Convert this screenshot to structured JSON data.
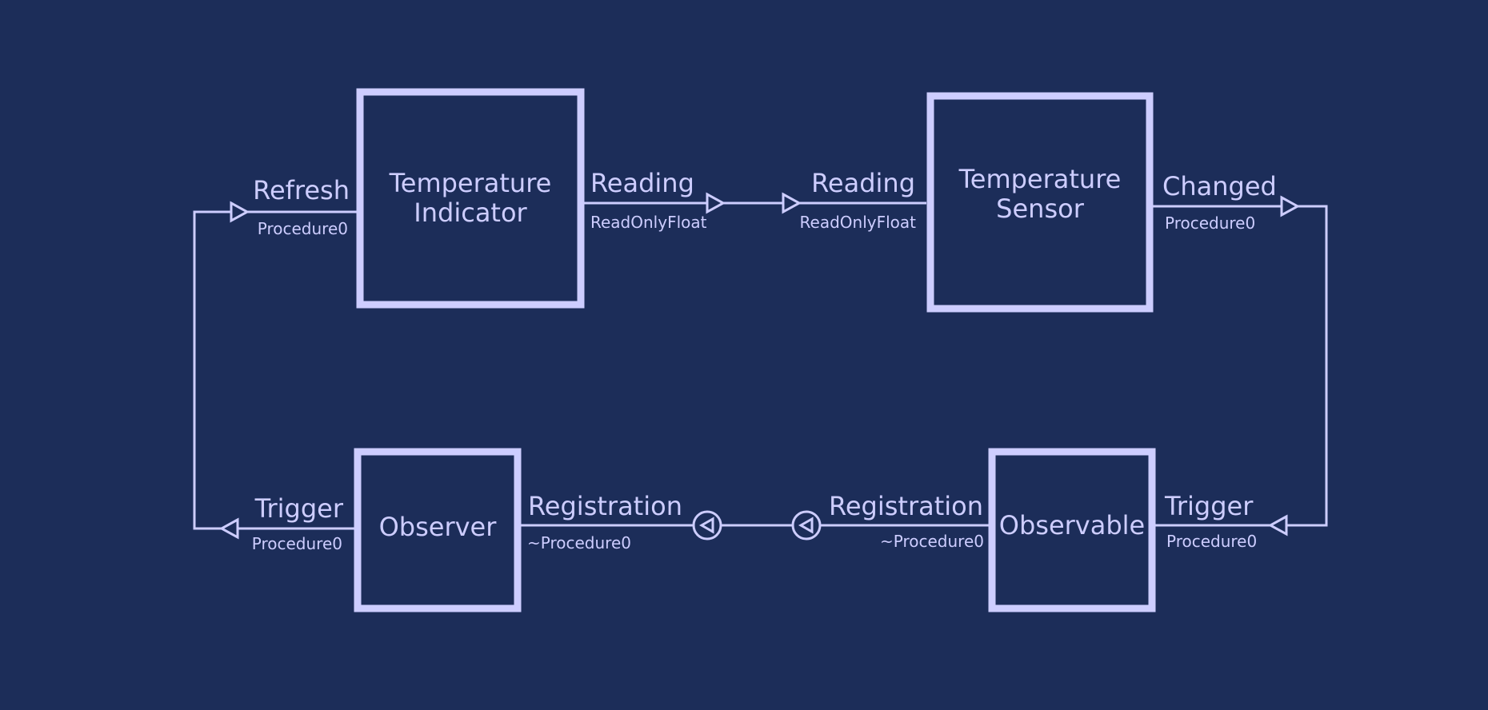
{
  "blocks": {
    "indicator": {
      "line1": "Temperature",
      "line2": "Indicator"
    },
    "sensor": {
      "line1": "Temperature",
      "line2": "Sensor"
    },
    "observer": {
      "label": "Observer"
    },
    "observable": {
      "label": "Observable"
    }
  },
  "ports": {
    "indicator_refresh": {
      "name": "Refresh",
      "type": "Procedure0"
    },
    "indicator_reading": {
      "name": "Reading",
      "type": "ReadOnlyFloat"
    },
    "sensor_reading": {
      "name": "Reading",
      "type": "ReadOnlyFloat"
    },
    "sensor_changed": {
      "name": "Changed",
      "type": "Procedure0"
    },
    "observer_trigger": {
      "name": "Trigger",
      "type": "Procedure0"
    },
    "observer_registration": {
      "name": "Registration",
      "type": "~Procedure0"
    },
    "observable_registration": {
      "name": "Registration",
      "type": "~Procedure0"
    },
    "observable_trigger": {
      "name": "Trigger",
      "type": "Procedure0"
    }
  },
  "colors": {
    "background": "#1c2d59",
    "stroke": "#cdcdff"
  }
}
